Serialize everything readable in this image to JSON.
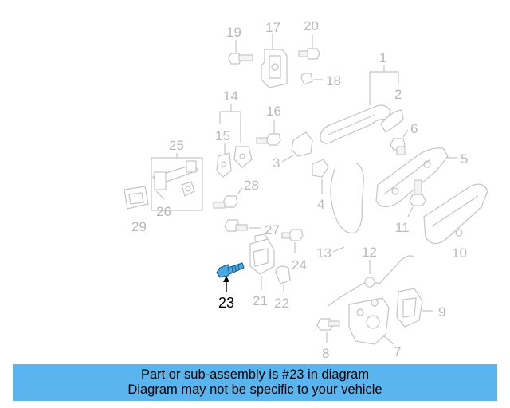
{
  "diagram": {
    "part_labels": [
      {
        "id": "1",
        "text": "1"
      },
      {
        "id": "2",
        "text": "2"
      },
      {
        "id": "3",
        "text": "3"
      },
      {
        "id": "4",
        "text": "4"
      },
      {
        "id": "5",
        "text": "5"
      },
      {
        "id": "6",
        "text": "6"
      },
      {
        "id": "7",
        "text": "7"
      },
      {
        "id": "8",
        "text": "8"
      },
      {
        "id": "9",
        "text": "9"
      },
      {
        "id": "10",
        "text": "10"
      },
      {
        "id": "11",
        "text": "11"
      },
      {
        "id": "12",
        "text": "12"
      },
      {
        "id": "13",
        "text": "13"
      },
      {
        "id": "14",
        "text": "14"
      },
      {
        "id": "15",
        "text": "15"
      },
      {
        "id": "16",
        "text": "16"
      },
      {
        "id": "17",
        "text": "17"
      },
      {
        "id": "18",
        "text": "18"
      },
      {
        "id": "19",
        "text": "19"
      },
      {
        "id": "20",
        "text": "20"
      },
      {
        "id": "21",
        "text": "21"
      },
      {
        "id": "22",
        "text": "22"
      },
      {
        "id": "23",
        "text": "23"
      },
      {
        "id": "24",
        "text": "24"
      },
      {
        "id": "25",
        "text": "25"
      },
      {
        "id": "26",
        "text": "26"
      },
      {
        "id": "27",
        "text": "27"
      },
      {
        "id": "28",
        "text": "28"
      },
      {
        "id": "29",
        "text": "29"
      }
    ],
    "highlighted_part": "23",
    "highlight_color": "#4aa8e0"
  },
  "banner": {
    "line1": "Part or sub-assembly is #23 in diagram",
    "line2": "Diagram may not be specific to your vehicle",
    "background": "#5ab5ee"
  }
}
